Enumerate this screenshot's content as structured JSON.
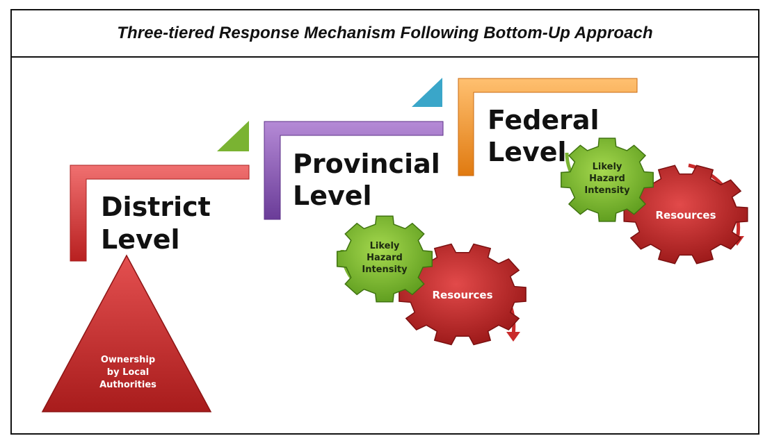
{
  "title": "Three-tiered Response Mechanism Following Bottom-Up Approach",
  "levels": [
    {
      "line1": "District",
      "line2": "Level",
      "color": "#d63a3a"
    },
    {
      "line1": "Provincial",
      "line2": "Level",
      "color": "#8a55b4"
    },
    {
      "line1": "Federal",
      "line2": "Level",
      "color": "#f0952a"
    }
  ],
  "triangle": {
    "line1": "Ownership",
    "line2": "by Local",
    "line3": "Authorities",
    "color": "#d63a3a"
  },
  "gear_groups": [
    {
      "hazard": {
        "line1": "Likely",
        "line2": "Hazard",
        "line3": "Intensity"
      },
      "resources": "Resources"
    },
    {
      "hazard": {
        "line1": "Likely",
        "line2": "Hazard",
        "line3": "Intensity"
      },
      "resources": "Resources"
    }
  ],
  "colors": {
    "green_gear": "#7dbb2e",
    "red_gear": "#c92b2b",
    "arrow_green": "#7ab332",
    "arrow_cyan": "#3aa6c9"
  }
}
